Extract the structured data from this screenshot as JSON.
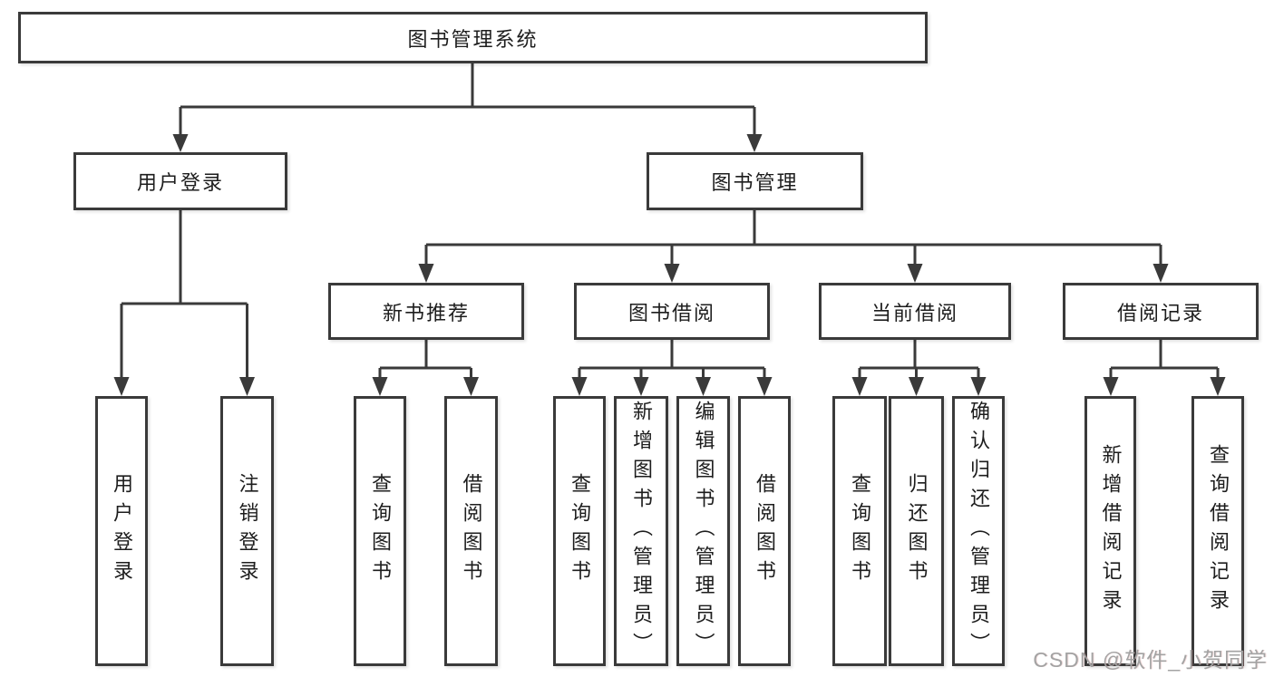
{
  "tree": {
    "root": {
      "label": "图书管理系统"
    },
    "branches": [
      {
        "label": "用户登录",
        "children": [
          {
            "label": "用户登录"
          },
          {
            "label": "注销登录"
          }
        ]
      },
      {
        "label": "图书管理",
        "children": [
          {
            "label": "新书推荐",
            "children": [
              {
                "label": "查询图书"
              },
              {
                "label": "借阅图书"
              }
            ]
          },
          {
            "label": "图书借阅",
            "children": [
              {
                "label": "查询图书"
              },
              {
                "label": "新增图书（管理员）"
              },
              {
                "label": "编辑图书（管理员）"
              },
              {
                "label": "借阅图书"
              }
            ]
          },
          {
            "label": "当前借阅",
            "children": [
              {
                "label": "查询图书"
              },
              {
                "label": "归还图书"
              },
              {
                "label": "确认归还（管理员）"
              }
            ]
          },
          {
            "label": "借阅记录",
            "children": [
              {
                "label": "新增借阅记录"
              },
              {
                "label": "查询借阅记录"
              }
            ]
          }
        ]
      }
    ]
  },
  "watermark": "CSDN @软件_小贺同学",
  "colors": {
    "line": "#3a3a3a",
    "text": "#1d1d1d",
    "box_background": "#ffffff",
    "watermark": "#a3a3a3"
  }
}
